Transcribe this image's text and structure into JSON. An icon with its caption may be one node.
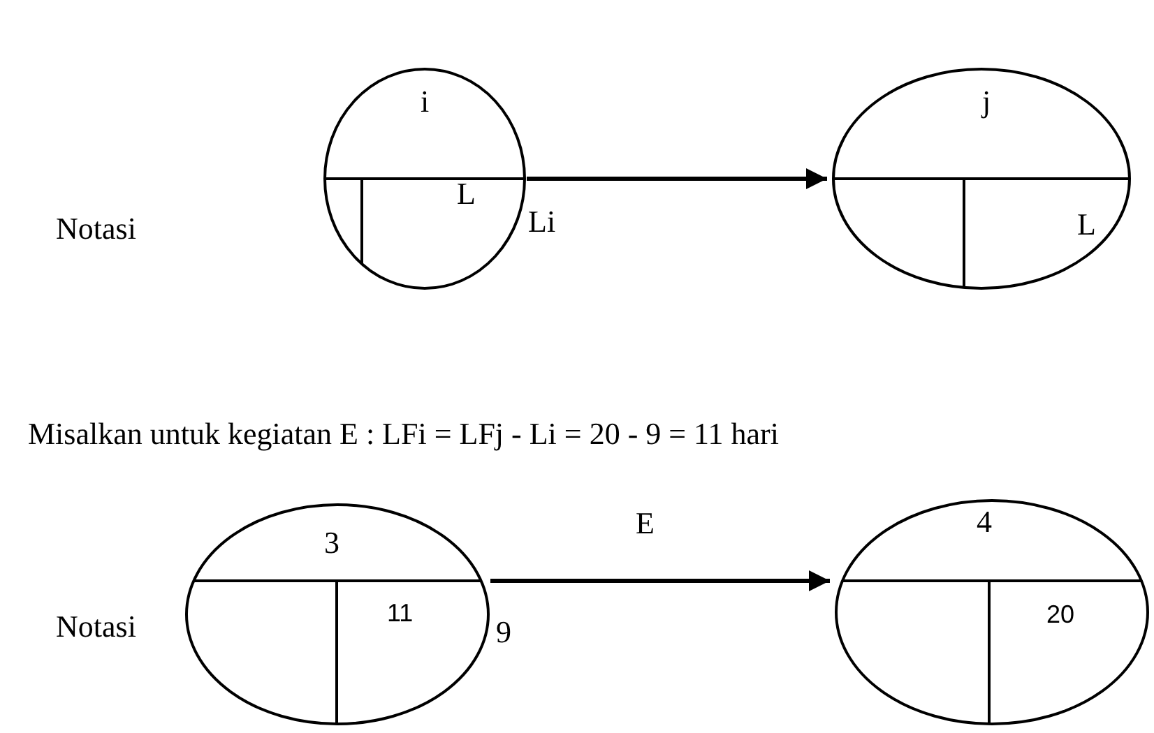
{
  "diagram": {
    "nodes": [
      {
        "text": [
          "i",
          "L"
        ],
        "beside": [
          "Li"
        ]
      },
      {
        "text": [
          "j",
          "L"
        ]
      },
      {
        "text": [
          "3",
          "11"
        ],
        "beside": [
          "9"
        ]
      },
      {
        "text": [
          "4",
          "20"
        ]
      }
    ],
    "edges": [
      {
        "from": 0,
        "to": 1,
        "arrow": "to"
      },
      {
        "from": 2,
        "to": 3,
        "arrow": "to",
        "label": "E"
      }
    ],
    "labels": [
      "Notasi",
      "Misalkan untuk kegiatan E : LFi = LFj - Li = 20 - 9 = 11 hari",
      "Notasi"
    ]
  }
}
